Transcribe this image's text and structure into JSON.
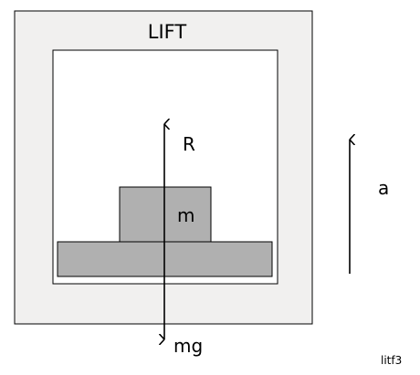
{
  "lift": {
    "title": "LIFT"
  },
  "labels": {
    "reaction": "R",
    "mass": "m",
    "weight": "mg",
    "acceleration": "a",
    "caption": "litf3"
  },
  "colors": {
    "lift_wall": "#f1f0ef",
    "block": "#b0b0b0",
    "outline": "#000000"
  }
}
